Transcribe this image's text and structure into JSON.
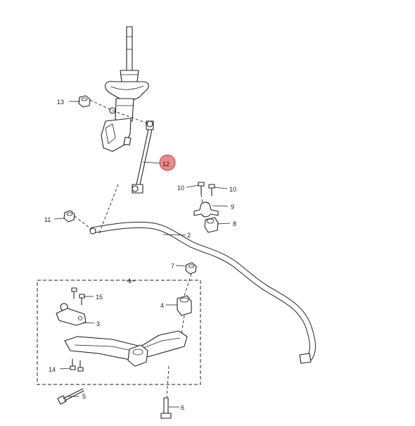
{
  "callouts": {
    "c1": "1",
    "c2": "2",
    "c3": "3",
    "c4": "4",
    "c5": "5",
    "c6": "6",
    "c7": "7",
    "c8": "8",
    "c9": "9",
    "c10a": "10",
    "c10b": "10",
    "c11": "11",
    "c12": "12",
    "c13": "13",
    "c14": "14",
    "c15": "15"
  },
  "colors": {
    "line": "#222222",
    "highlight_fill": "#e86a6a",
    "highlight_stroke": "#d23c3c"
  }
}
